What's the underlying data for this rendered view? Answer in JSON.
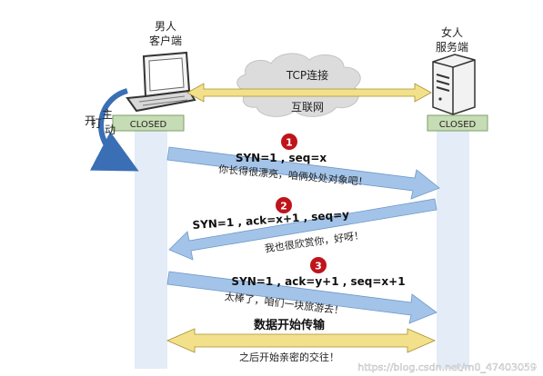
{
  "client": {
    "title_line1": "男人",
    "title_line2": "客户端",
    "state": "CLOSED",
    "action_vertical_chars": [
      "主",
      "动",
      "打",
      "开"
    ]
  },
  "server": {
    "title_line1": "女人",
    "title_line2": "服务端",
    "state": "CLOSED"
  },
  "network": {
    "protocol_label": "TCP连接",
    "internet_label": "互联网"
  },
  "handshake_steps": [
    {
      "number": "1",
      "fields": "SYN=1 , seq=x",
      "message": "你长得很漂亮，咱俩处处对象吧！"
    },
    {
      "number": "2",
      "fields": "SYN=1 , ack=x+1 , seq=y",
      "message": "我也很欣赏你，好呀！"
    },
    {
      "number": "3",
      "fields": "SYN=1 , ack=y+1 , seq=x+1",
      "message": "太棒了，咱们一块旅游去！"
    }
  ],
  "data_transfer": {
    "title": "数据开始传输",
    "subtitle": "之后开始亲密的交往！"
  },
  "watermark": "https://blog.csdn.net/m0_47403059",
  "colors": {
    "state_box": "#c6dcb4",
    "lane_bar": "#e3ecf7",
    "arrow_blue": "#a3c4e8",
    "double_arrow": "#f3e08a",
    "badge_red": "#c0141b",
    "curved_arrow": "#3a6fb5"
  }
}
